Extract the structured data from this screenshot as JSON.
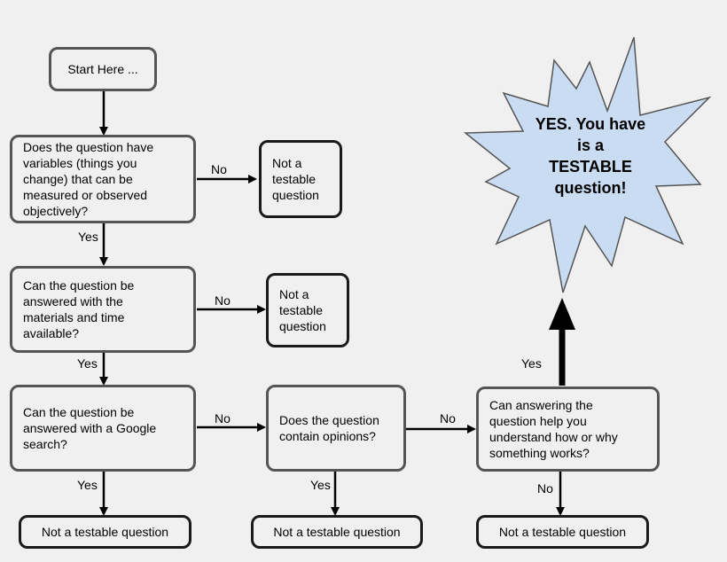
{
  "nodes": {
    "start": "Start Here ...",
    "q1": "Does the question have\nvariables (things you\nchange) that can be\nmeasured or observed\nobjectively?",
    "q2": "Can the question be\nanswered with the\nmaterials and time\navailable?",
    "q3": "Can the question be\nanswered with a Google\nsearch?",
    "q4": "Does the question\ncontain opinions?",
    "q5": "Can answering the\nquestion help you\nunderstand how or why\nsomething works?",
    "not1": "Not a\ntestable\nquestion",
    "not2": "Not a\ntestable\nquestion",
    "not3": "Not a testable question",
    "not4": "Not a testable question",
    "not5": "Not a testable question",
    "result": "YES. You have\nis a\nTESTABLE\nquestion!"
  },
  "edges": {
    "q1_no": "No",
    "q1_yes": "Yes",
    "q2_no": "No",
    "q2_yes": "Yes",
    "q3_no": "No",
    "q3_yes": "Yes",
    "q4_no": "No",
    "q4_yes": "Yes",
    "q5_yes": "Yes",
    "q5_no": "No"
  },
  "colors": {
    "background": "#f0f0f0",
    "box_border": "#555555",
    "box_border_dark": "#1a1a1a",
    "burst_fill": "#c9dcf2",
    "burst_stroke": "#555555",
    "arrow": "#000000"
  }
}
